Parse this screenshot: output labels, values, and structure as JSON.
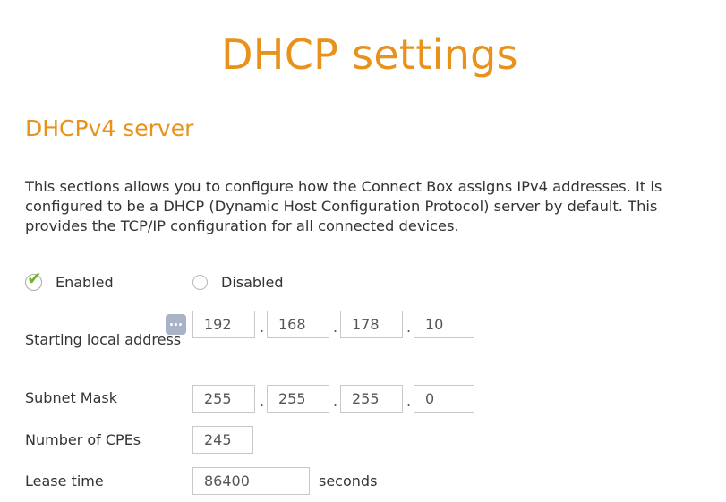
{
  "header": {
    "title": "DHCP settings"
  },
  "section": {
    "title": "DHCPv4 server",
    "description": "This sections allows you to configure how the Connect Box assigns IPv4 addresses. It is configured to be a DHCP (Dynamic Host Configuration Protocol) server by default. This provides the TCP/IP configuration for all connected devices."
  },
  "server_mode": {
    "selected": "Enabled",
    "enabled_label": "Enabled",
    "disabled_label": "Disabled"
  },
  "starting_local_address": {
    "label": "Starting local address",
    "octets": [
      "192",
      "168",
      "178",
      "10"
    ],
    "separator": "."
  },
  "subnet_mask": {
    "label": "Subnet Mask",
    "octets": [
      "255",
      "255",
      "255",
      "0"
    ],
    "separator": "."
  },
  "number_of_cpes": {
    "label": "Number of CPEs",
    "value": "245"
  },
  "lease_time": {
    "label": "Lease time",
    "value": "86400",
    "unit": "seconds"
  },
  "colors": {
    "accent": "#e8921c",
    "check": "#6fb52c",
    "icon_bg": "#a9b3c8"
  },
  "icons": {
    "enabled_radio": "checkmark-icon",
    "more": "more-dots-icon"
  }
}
